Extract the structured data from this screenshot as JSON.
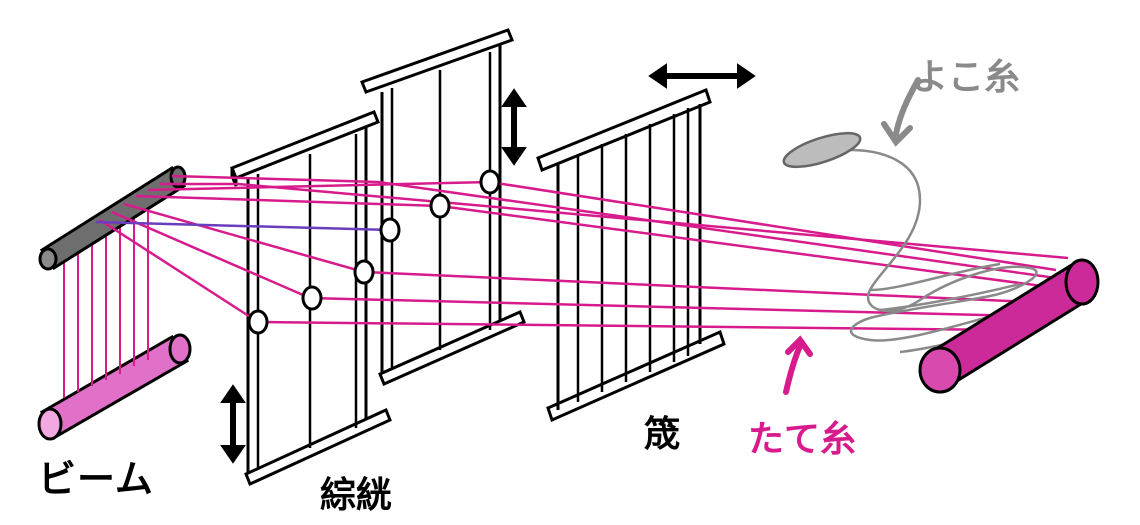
{
  "labels": {
    "beam": "ビーム",
    "heddles": "綜絖",
    "reed": "筬",
    "warp": "たて糸",
    "weft": "よこ糸"
  },
  "colors": {
    "warp": "#d81b8c",
    "warp_roll": "#e070c8",
    "cloth_roll": "#cc2a99",
    "weft": "#8a8a8a",
    "frame": "#000000"
  }
}
